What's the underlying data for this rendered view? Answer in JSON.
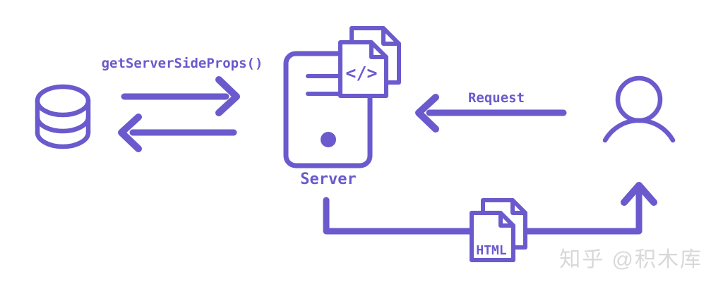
{
  "diagram": {
    "function_label": "getServerSideProps()",
    "server_label": "Server",
    "request_label": "Request",
    "code_file_glyph": "</>",
    "html_file_label": "HTML",
    "colors": {
      "accent": "#6A5ACD",
      "watermark_gray": "#D8D8D8",
      "background": "#FFFFFF"
    },
    "icons": [
      "database-icon",
      "fetch-arrow-right-icon",
      "fetch-arrow-left-icon",
      "server-icon",
      "code-file-icon",
      "request-arrow-icon",
      "user-icon",
      "response-path-arrow-icon",
      "html-file-icon"
    ]
  },
  "watermark": {
    "text": "知乎 @积木库"
  }
}
